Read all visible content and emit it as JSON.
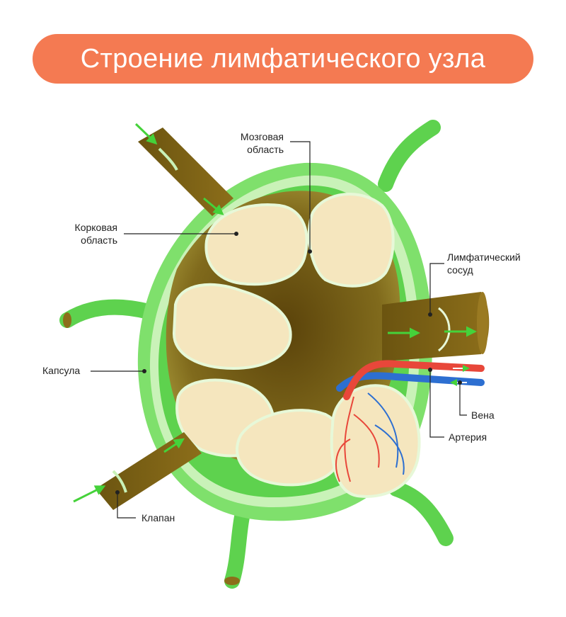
{
  "title": "Строение лимфатического узла",
  "labels": {
    "medulla_line1": "Мозговая",
    "medulla_line2": "область",
    "cortex_line1": "Корковая",
    "cortex_line2": "область",
    "lymph_vessel_line1": "Лимфатический",
    "lymph_vessel_line2": "сосуд",
    "capsule": "Капсула",
    "vein": "Вена",
    "artery": "Артерия",
    "valve": "Клапан"
  },
  "colors": {
    "title_pill": "#F47A52",
    "capsule_green": "#5ED24E",
    "capsule_light": "#C9F2B8",
    "lymph_brown": "#6B5410",
    "follicle_cream": "#F5E6BE",
    "artery_red": "#E8473A",
    "vein_blue": "#2D6FD1",
    "flow_arrow": "#45D23A"
  }
}
